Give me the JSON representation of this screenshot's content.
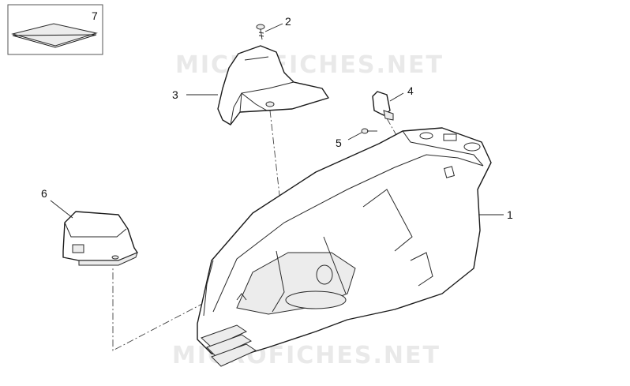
{
  "watermark": "MICROFICHES.NET",
  "callouts": [
    {
      "id": "part-1",
      "label": "1"
    },
    {
      "id": "part-2",
      "label": "2"
    },
    {
      "id": "part-3",
      "label": "3"
    },
    {
      "id": "part-4",
      "label": "4"
    },
    {
      "id": "part-5",
      "label": "5"
    },
    {
      "id": "part-6",
      "label": "6"
    },
    {
      "id": "part-7",
      "label": "7"
    }
  ],
  "colors": {
    "line": "#1a1a1a",
    "watermark": "#e9e9e9",
    "background": "#ffffff"
  }
}
